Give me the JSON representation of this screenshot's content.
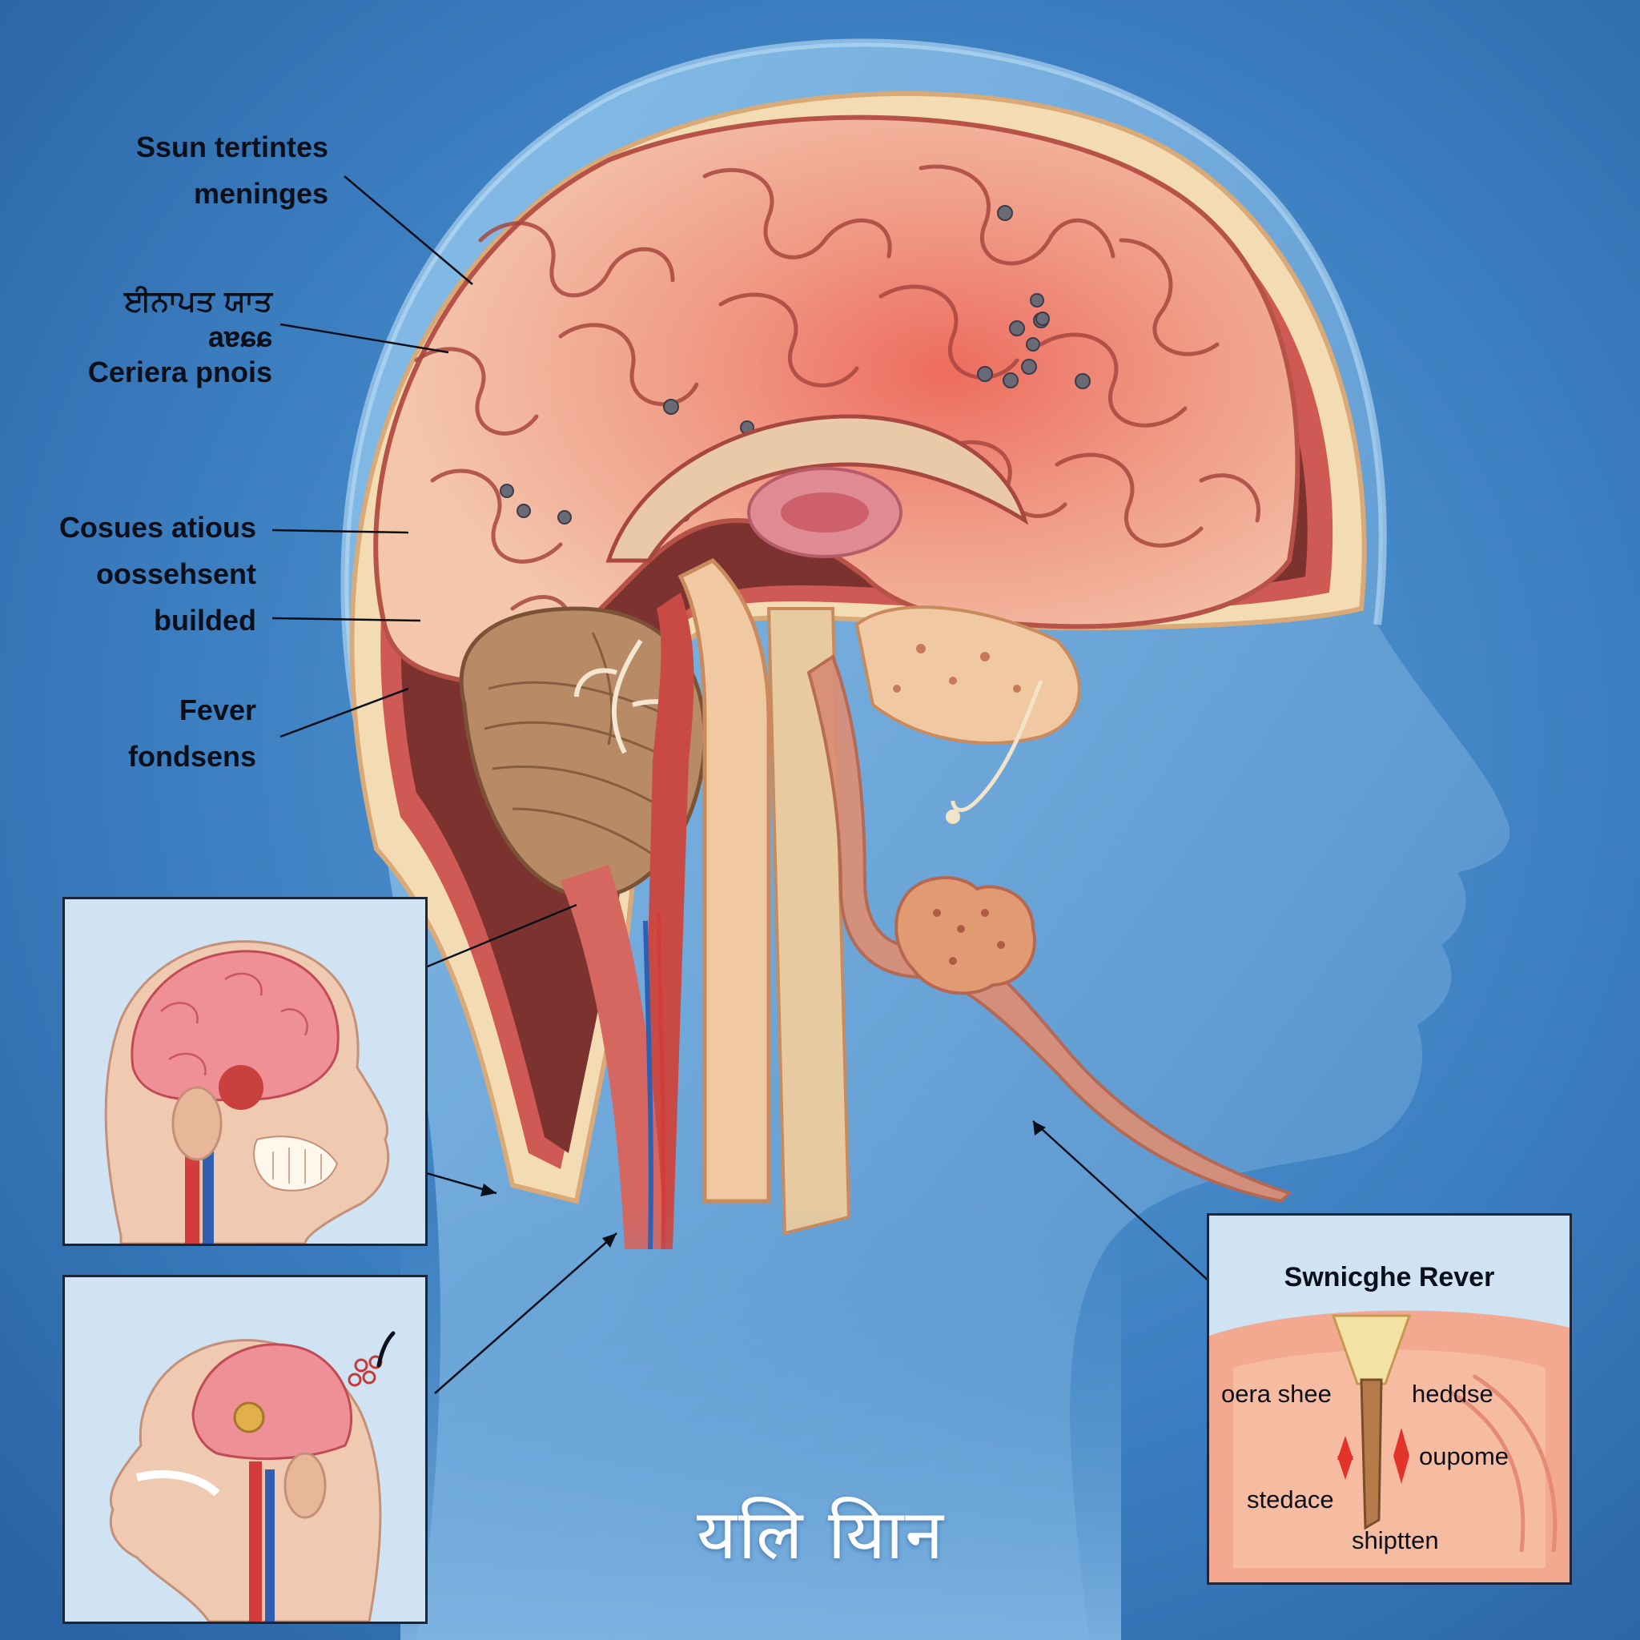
{
  "labels": {
    "meninges": [
      "Ssun tertintes",
      "meninges"
    ],
    "cerebral": [
      "ਈਨਾਪਤ ਯਾਤ",
      "aɐɕɕ",
      "Ceriera pnois"
    ],
    "cortex": [
      "Cosues atious",
      "oossehsent",
      "builded"
    ],
    "fever": [
      "Fever",
      "fondsens"
    ]
  },
  "caption": "यलि यिान",
  "inset_detail": {
    "title": "Swnicghe Rever",
    "left_top": "oera shee",
    "right_top": "heddse",
    "right_mid": "oupome",
    "left_bottom": "stedace",
    "bottom": "shiptten"
  },
  "colors": {
    "background": "#3a7fc0",
    "brain": "#f0b7a2",
    "inflamed": "#ec6a5a",
    "skull": "#f3dcb4",
    "meninges_red": "#cf5a55",
    "cerebellum": "#b88a66",
    "head_silhouette": "#6ba7d8"
  }
}
